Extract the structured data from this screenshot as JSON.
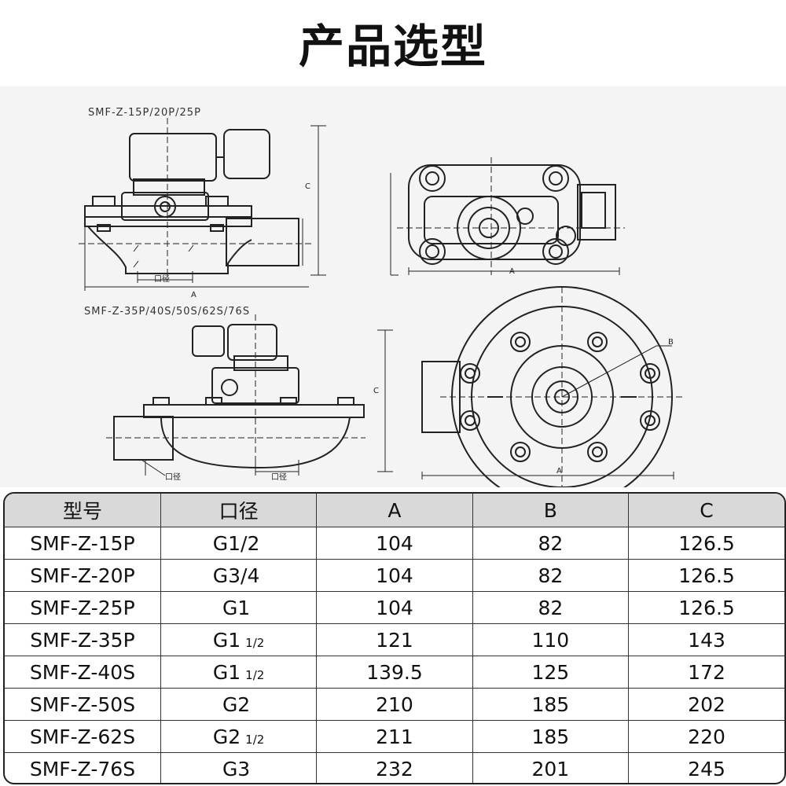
{
  "title": "产品选型",
  "diagram": {
    "label_top": "SMF-Z-15P/20P/25P",
    "label_bottom": "SMF-Z-35P/40S/50S/62S/76S",
    "dim_a": "A",
    "dim_b": "B",
    "dim_c": "C",
    "port_label": "口径"
  },
  "table": {
    "headers": [
      "型号",
      "口径",
      "A",
      "B",
      "C"
    ],
    "rows": [
      {
        "model": "SMF-Z-15P",
        "port_main": "G1/2",
        "port_frac": "",
        "a": "104",
        "b": "82",
        "c": "126.5"
      },
      {
        "model": "SMF-Z-20P",
        "port_main": "G3/4",
        "port_frac": "",
        "a": "104",
        "b": "82",
        "c": "126.5"
      },
      {
        "model": "SMF-Z-25P",
        "port_main": "G1",
        "port_frac": "",
        "a": "104",
        "b": "82",
        "c": "126.5"
      },
      {
        "model": "SMF-Z-35P",
        "port_main": "G1",
        "port_frac": "1/2",
        "a": "121",
        "b": "110",
        "c": "143"
      },
      {
        "model": "SMF-Z-40S",
        "port_main": "G1",
        "port_frac": "1/2",
        "a": "139.5",
        "b": "125",
        "c": "172"
      },
      {
        "model": "SMF-Z-50S",
        "port_main": "G2",
        "port_frac": "",
        "a": "210",
        "b": "185",
        "c": "202"
      },
      {
        "model": "SMF-Z-62S",
        "port_main": "G2",
        "port_frac": "1/2",
        "a": "211",
        "b": "185",
        "c": "220"
      },
      {
        "model": "SMF-Z-76S",
        "port_main": "G3",
        "port_frac": "",
        "a": "232",
        "b": "201",
        "c": "245"
      }
    ]
  }
}
